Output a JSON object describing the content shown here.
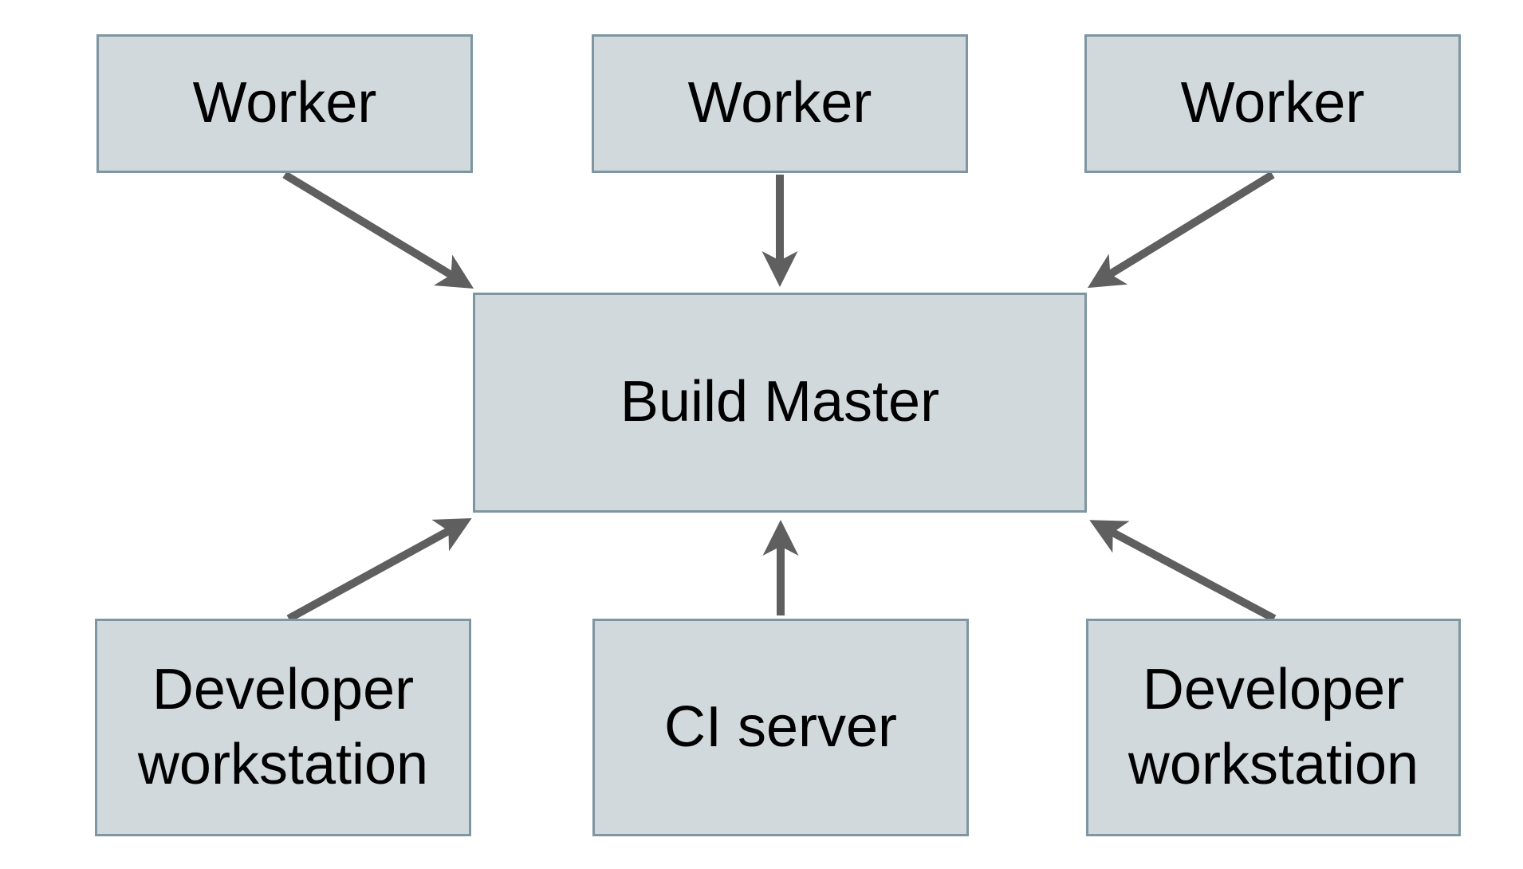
{
  "diagram": {
    "description": "Build system architecture diagram: three Workers feed into a central Build Master; two Developer workstations and a CI server also feed into the Build Master.",
    "colors": {
      "background": "#ffffff",
      "node_fill": "#d1d9dc",
      "node_border": "#7e96a2",
      "arrow": "#5f5f5f",
      "text": "#000000"
    },
    "nodes": {
      "worker_1": {
        "label": "Worker"
      },
      "worker_2": {
        "label": "Worker"
      },
      "worker_3": {
        "label": "Worker"
      },
      "build_master": {
        "label": "Build Master"
      },
      "developer_workstation_left": {
        "label": "Developer workstation"
      },
      "ci_server": {
        "label": "CI server"
      },
      "developer_workstation_right": {
        "label": "Developer workstation"
      }
    },
    "edges": [
      {
        "from": "worker_1",
        "to": "build_master"
      },
      {
        "from": "worker_2",
        "to": "build_master"
      },
      {
        "from": "worker_3",
        "to": "build_master"
      },
      {
        "from": "developer_workstation_left",
        "to": "build_master"
      },
      {
        "from": "ci_server",
        "to": "build_master"
      },
      {
        "from": "developer_workstation_right",
        "to": "build_master"
      }
    ]
  }
}
